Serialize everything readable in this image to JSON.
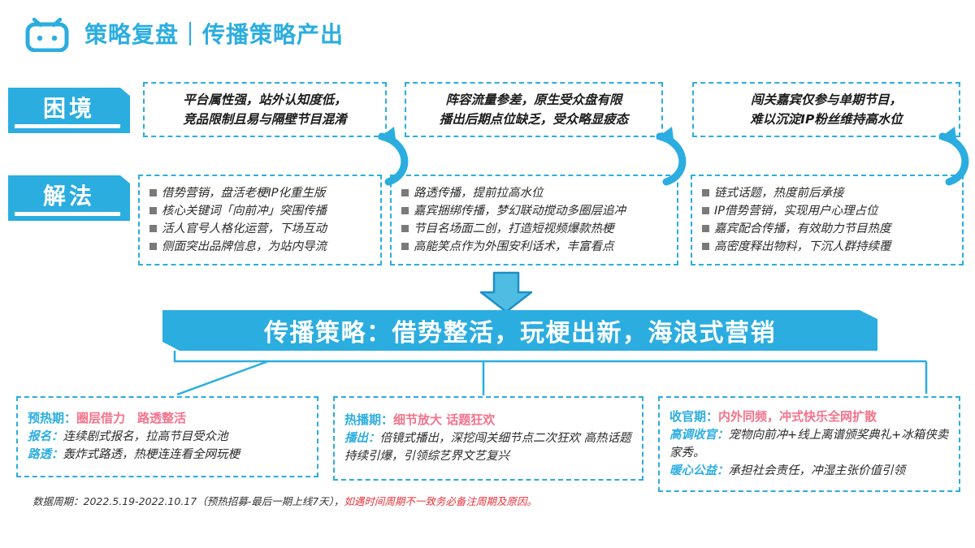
{
  "header": {
    "logo_icon": "bilibili-tv-icon",
    "title": "策略复盘｜传播策略产出"
  },
  "side_tags": {
    "problem": "困境",
    "solution": "解法"
  },
  "columns": [
    {
      "problem": {
        "line1": "平台属性强，站外认知度低，",
        "line2": "竞品限制且易与隔壁节目混淆"
      },
      "solutions": [
        "借势营销，盘活老梗IP化重生版",
        "核心关键词「向前冲」突围传播",
        "活人官号人格化运营，下场互动",
        "侧面突出品牌信息，为站内导流"
      ]
    },
    {
      "problem": {
        "line1": "阵容流量参差，原生受众盘有限",
        "line2": "播出后期点位缺乏，受众略显疲态"
      },
      "solutions": [
        "路透传播，提前拉高水位",
        "嘉宾捆绑传播，梦幻联动搅动多圈层追冲",
        "节目名场面二创，打造短视频爆款热梗",
        "高能笑点作为外围安利话术，丰富看点"
      ]
    },
    {
      "problem": {
        "line1": "闯关嘉宾仅参与单期节目，",
        "line2": "难以沉淀IP粉丝维持高水位"
      },
      "solutions": [
        "链式话题，热度前后承接",
        "IP借势营销，实现用户心理占位",
        "嘉宾配合传播，有效助力节目热度",
        "高密度释出物料，下沉人群持续覆"
      ]
    }
  ],
  "banner": {
    "text": "传播策略：借势整活，玩梗出新，海浪式营销"
  },
  "phases": [
    {
      "head_label": "预热期：",
      "head_accent": "圈层借力　路透整活",
      "rows": [
        {
          "label": "报名：",
          "value": "连续剧式报名，拉高节目受众池"
        },
        {
          "label": "路透：",
          "value": "轰炸式路透，热梗连连看全网玩梗"
        }
      ]
    },
    {
      "head_label": "热播期：",
      "head_accent": "细节放大 话题狂欢",
      "rows": [
        {
          "label": "播出：",
          "value": "倍镜式播出，深挖闯关细节点二次狂欢 高热话题持续引爆，引领综艺界文艺复兴"
        }
      ]
    },
    {
      "head_label": "收官期：",
      "head_accent": "内外同频，冲式快乐全网扩散",
      "rows": [
        {
          "label": "高调收官：",
          "value": "宠物向前冲+线上离谱颁奖典礼+冰箱侠卖家秀。"
        },
        {
          "label": "暖心公益：",
          "value": "承担社会责任，冲湿主张价值引领"
        }
      ]
    }
  ],
  "footer": {
    "normal": "数据周期：2022.5.19-2022.10.17（预热招募-最后一期上线7天），",
    "warning": "如遇时间周期不一致务必备注周期及原因。"
  },
  "colors": {
    "brand_blue": "#2BADE0",
    "accent_pink": "#F4738B",
    "warn_red": "#E8323C",
    "bullet_gray": "#7A7A7A"
  }
}
